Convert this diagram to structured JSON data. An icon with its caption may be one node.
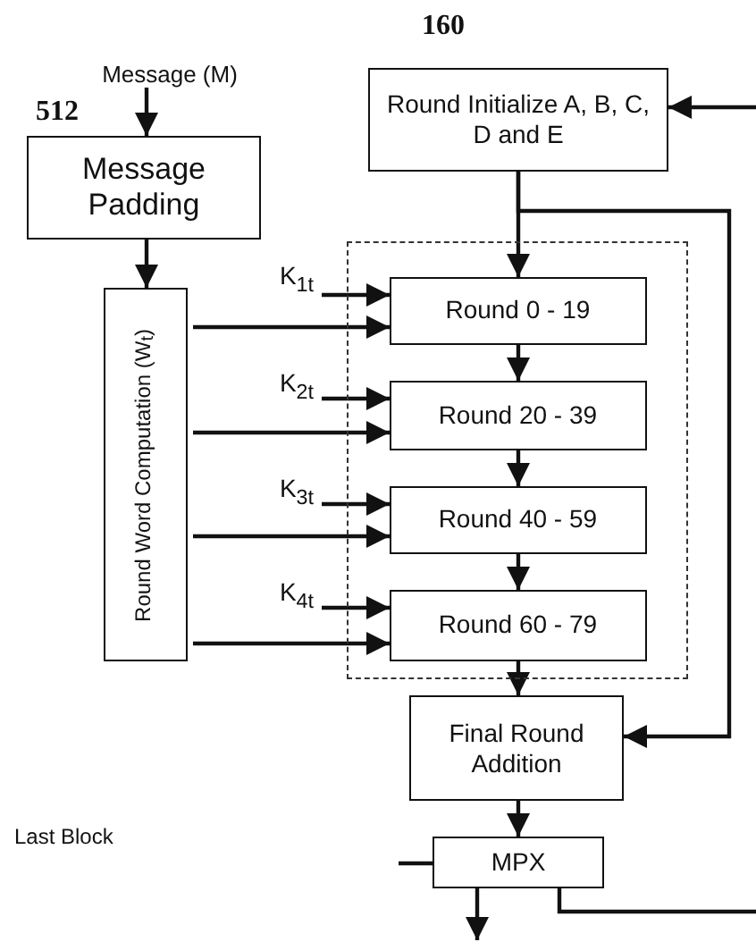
{
  "diagram": {
    "nodes": [
      {
        "text": [
          "Message (M)"
        ]
      },
      {
        "text": [
          "Message Padding"
        ]
      },
      {
        "text": [
          "Round Word Computation (W$_{t}$)"
        ]
      },
      {
        "text": [
          "Round Initialize A, B, C, D and E"
        ]
      },
      {
        "text": [],
        "shape": "box"
      },
      {
        "text": [
          "Round 0 - 19"
        ],
        "in": 4
      },
      {
        "text": [
          "Round 20 - 39"
        ],
        "in": 4
      },
      {
        "text": [
          "Round 40 - 59"
        ],
        "in": 4
      },
      {
        "text": [
          "Round 60 - 79"
        ],
        "in": 4
      },
      {
        "text": [
          "K$_{1t}$"
        ]
      },
      {
        "text": [
          "K$_{2t}$"
        ]
      },
      {
        "text": [
          "K$_{3t}$"
        ]
      },
      {
        "text": [
          "K$_{4t}$"
        ]
      },
      {
        "text": [
          "Final Round Addition"
        ]
      },
      {
        "text": [
          "MPX"
        ]
      }
    ],
    "edges": [
      {
        "from": 0,
        "to": 1,
        "arrow": "to"
      },
      {
        "from": 1,
        "to": 2,
        "arrow": "to"
      },
      {
        "from": 3,
        "to": 5,
        "arrow": "to"
      },
      {
        "from": 3,
        "to": 13,
        "arrow": "to"
      },
      {
        "from": 5,
        "to": 6,
        "arrow": "to"
      },
      {
        "from": 6,
        "to": 7,
        "arrow": "to"
      },
      {
        "from": 7,
        "to": 8,
        "arrow": "to"
      },
      {
        "from": 8,
        "to": 13,
        "arrow": "to"
      },
      {
        "from": 9,
        "to": 5,
        "arrow": "to"
      },
      {
        "from": 10,
        "to": 6,
        "arrow": "to"
      },
      {
        "from": 11,
        "to": 7,
        "arrow": "to"
      },
      {
        "from": 12,
        "to": 8,
        "arrow": "to"
      },
      {
        "from": 2,
        "to": 5,
        "arrow": "to"
      },
      {
        "from": 2,
        "to": 6,
        "arrow": "to"
      },
      {
        "from": 2,
        "to": 7,
        "arrow": "to"
      },
      {
        "from": 2,
        "to": 8,
        "arrow": "to"
      },
      {
        "from": 13,
        "to": 14,
        "arrow": "to"
      },
      {
        "from": 14,
        "to": null,
        "arrow": "to"
      },
      {
        "from": 14,
        "to": null,
        "arrow": "none"
      },
      {
        "from": null,
        "to": 3,
        "arrow": "to"
      },
      {
        "from": null,
        "to": 14,
        "arrow": "none"
      }
    ],
    "labels": [
      "160",
      "512",
      "Last Block"
    ]
  }
}
